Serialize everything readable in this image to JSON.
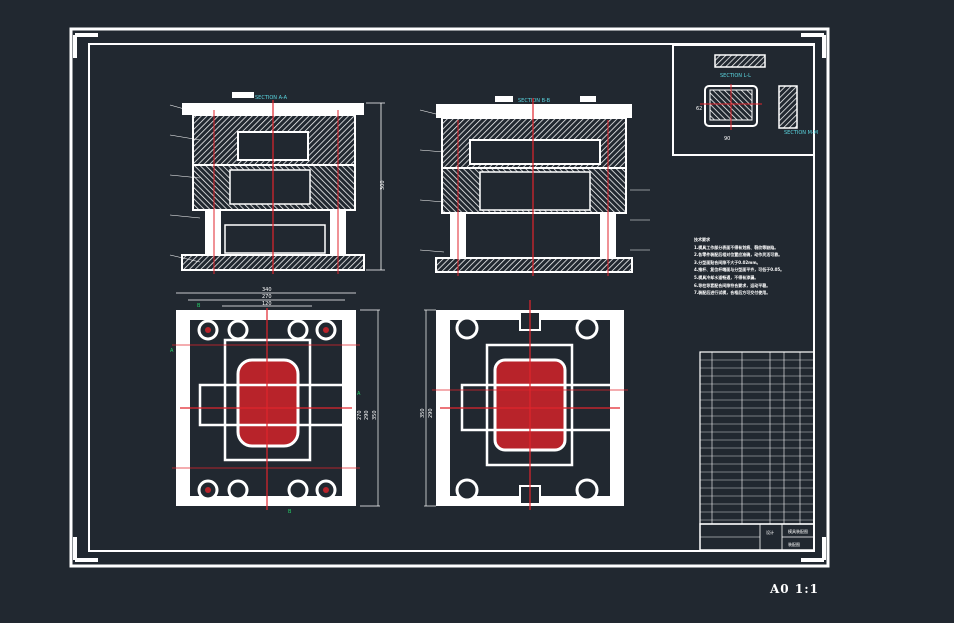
{
  "sheet": {
    "scale_label": "A0  1:1"
  },
  "views": {
    "section_a": "SECTION A-A",
    "section_b": "SECTION B-B",
    "section_l": "SECTION L-L",
    "section_m": "SECTION M-M"
  },
  "dimensions": {
    "top_width_a": "340",
    "top_width_b": "270",
    "top_width_c": "120",
    "height_front": "300",
    "plan_h1": "350",
    "plan_h2": "290",
    "plan_h3": "270",
    "plan2_h1": "350",
    "plan2_h2": "290",
    "detail_w": "90",
    "detail_h": "62"
  },
  "markers": {
    "a": "A",
    "b": "B"
  },
  "notes": {
    "heading": "技术要求",
    "lines": [
      "1.模具工作部分表面不得有划痕、裂纹等缺陷。",
      "2.各零件装配后相对位置应准确，动作灵活可靠。",
      "3.分型面贴合间隙不大于0.02mm。",
      "4.推杆、复位杆端面与分型面平齐，可低于0.05。",
      "5.模具冷却水道畅通，不得有渗漏。",
      "6.导柱导套配合间隙符合要求，运动平稳。",
      "7.装配后进行试模，合格后方可交付使用。"
    ]
  },
  "title_block": {
    "designer_label": "设计",
    "drawing_title": "模具装配图",
    "sheet_label": "装配图"
  },
  "colors": {
    "background": "#212830",
    "line": "#ffffff",
    "center_line": "#e0242c",
    "section_text": "#5ad6e0",
    "marker": "#24d468"
  }
}
